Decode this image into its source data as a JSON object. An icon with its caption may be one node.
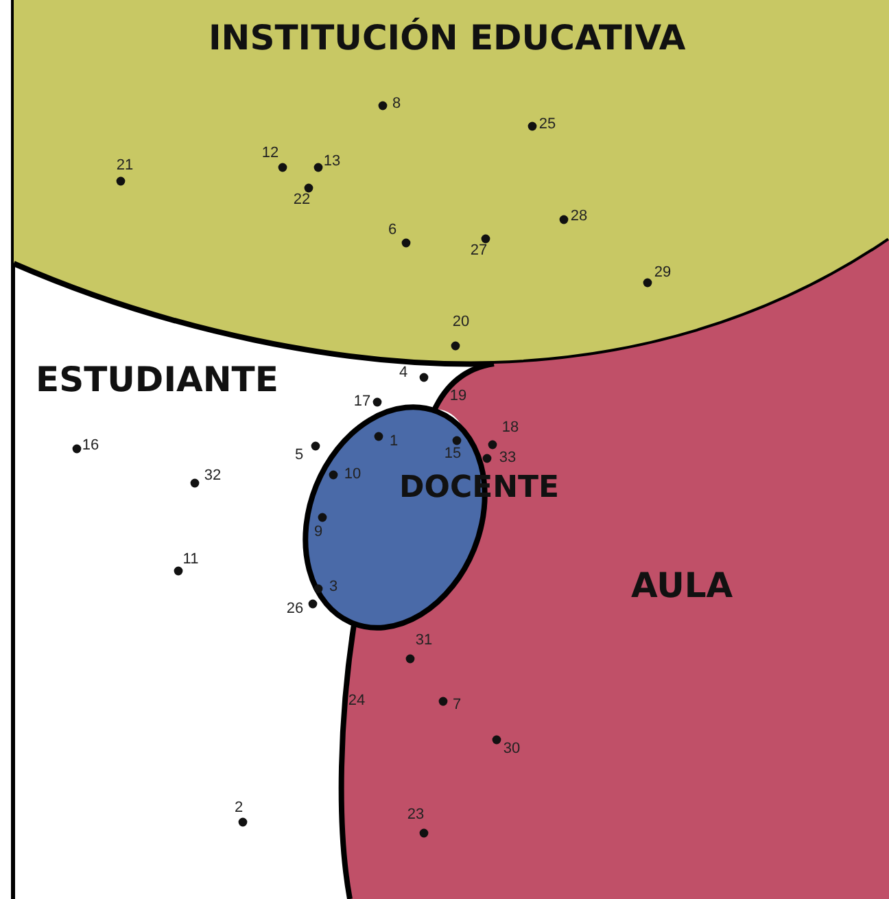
{
  "diagram": {
    "nodes": [
      {
        "text": [
          "ESTUDIANTE"
        ]
      },
      {
        "text": [
          "INSTITUCIÓN EDUCATIVA"
        ]
      },
      {
        "text": [
          "AULA"
        ]
      },
      {
        "text": [
          "DOCENTE"
        ]
      }
    ],
    "labels": [
      "8",
      "25",
      "21",
      "12",
      "13",
      "22",
      "6",
      "28",
      "27",
      "29",
      "20",
      "4",
      "17",
      "19",
      "18",
      "1",
      "15",
      "33",
      "5",
      "10",
      "9",
      "16",
      "32",
      "11",
      "3",
      "26",
      "31",
      "24",
      "7",
      "30",
      "2",
      "23"
    ]
  }
}
